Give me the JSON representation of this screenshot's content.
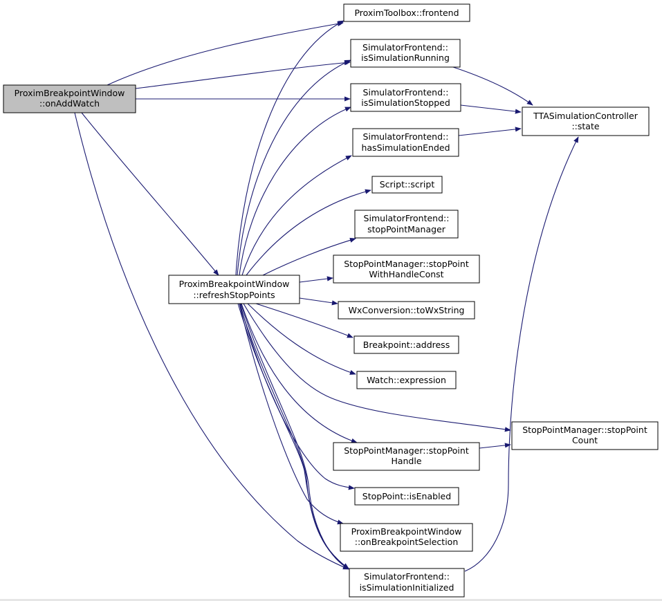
{
  "colors": {
    "edge": "#191970",
    "root_fill": "#bfbfbf",
    "node_fill": "#ffffff",
    "node_border": "#000000"
  },
  "nodes": {
    "root": {
      "line1": "ProximBreakpointWindow",
      "line2": "::onAddWatch"
    },
    "refresh": {
      "line1": "ProximBreakpointWindow",
      "line2": "::refreshStopPoints"
    },
    "frontend": {
      "line1": "ProximToolbox::frontend"
    },
    "isRunning": {
      "line1": "SimulatorFrontend::",
      "line2": "isSimulationRunning"
    },
    "isStopped": {
      "line1": "SimulatorFrontend::",
      "line2": "isSimulationStopped"
    },
    "hasEnded": {
      "line1": "SimulatorFrontend::",
      "line2": "hasSimulationEnded"
    },
    "state": {
      "line1": "TTASimulationController",
      "line2": "::state"
    },
    "script": {
      "line1": "Script::script"
    },
    "spManager": {
      "line1": "SimulatorFrontend::",
      "line2": "stopPointManager"
    },
    "spWithHandle": {
      "line1": "StopPointManager::stopPoint",
      "line2": "WithHandleConst"
    },
    "toWx": {
      "line1": "WxConversion::toWxString"
    },
    "address": {
      "line1": "Breakpoint::address"
    },
    "expression": {
      "line1": "Watch::expression"
    },
    "spCount": {
      "line1": "StopPointManager::stopPoint",
      "line2": "Count"
    },
    "spHandle": {
      "line1": "StopPointManager::stopPoint",
      "line2": "Handle"
    },
    "isEnabled": {
      "line1": "StopPoint::isEnabled"
    },
    "onBpSel": {
      "line1": "ProximBreakpointWindow",
      "line2": "::onBreakpointSelection"
    },
    "isInit": {
      "line1": "SimulatorFrontend::",
      "line2": "isSimulationInitialized"
    }
  }
}
